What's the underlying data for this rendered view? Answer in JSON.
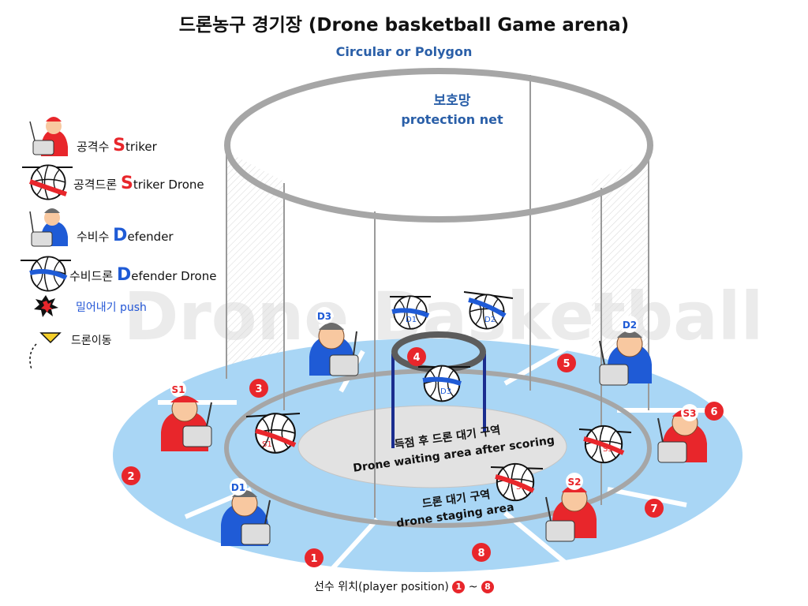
{
  "title": "드론농구 경기장 (Drone basketball Game arena)",
  "subtitle": "Circular or Polygon",
  "net": {
    "label_ko": "보호망",
    "label_en": "protection net"
  },
  "watermark": "Drone Basketball",
  "legend": {
    "striker": {
      "ko": "공격수 ",
      "letter": "S",
      "rest": "triker"
    },
    "striker_drone": {
      "ko": "공격드론 ",
      "letter": "S",
      "rest": "triker Drone"
    },
    "defender": {
      "ko": "수비수 ",
      "letter": "D",
      "rest": "efender"
    },
    "defender_drone": {
      "ko": "수비드론 ",
      "letter": "D",
      "rest": "efender Drone"
    },
    "push": "밀어내기 push",
    "move": "드론이동"
  },
  "zones": {
    "inner_ko": "득점 후 드론 대기 구역",
    "inner_en": "Drone waiting area after scoring",
    "staging_ko": "드론 대기 구역",
    "staging_en": "drone staging area"
  },
  "positions": [
    "1",
    "2",
    "3",
    "4",
    "5",
    "6",
    "7",
    "8"
  ],
  "players": {
    "s1": "S1",
    "s2": "S2",
    "s3": "S3",
    "d1": "D1",
    "d2": "D2",
    "d3": "D3"
  },
  "drones": {
    "s1": "S1",
    "s2": "S2",
    "s3": "S3",
    "d1": "D1",
    "d2": "D2",
    "d3": "D3"
  },
  "footer": {
    "text": "선수 위치(player position) ",
    "start": "1",
    "sep": " ~ ",
    "end": "8"
  },
  "colors": {
    "floor": "#a9d6f5",
    "ring": "#a6a6a6",
    "badge": "#e8262b",
    "striker": "#e8262b",
    "defender": "#1f5bd6",
    "title_blue": "#2a5fa8",
    "hoop": "#5c5c5c",
    "post": "#1a2d8f"
  }
}
